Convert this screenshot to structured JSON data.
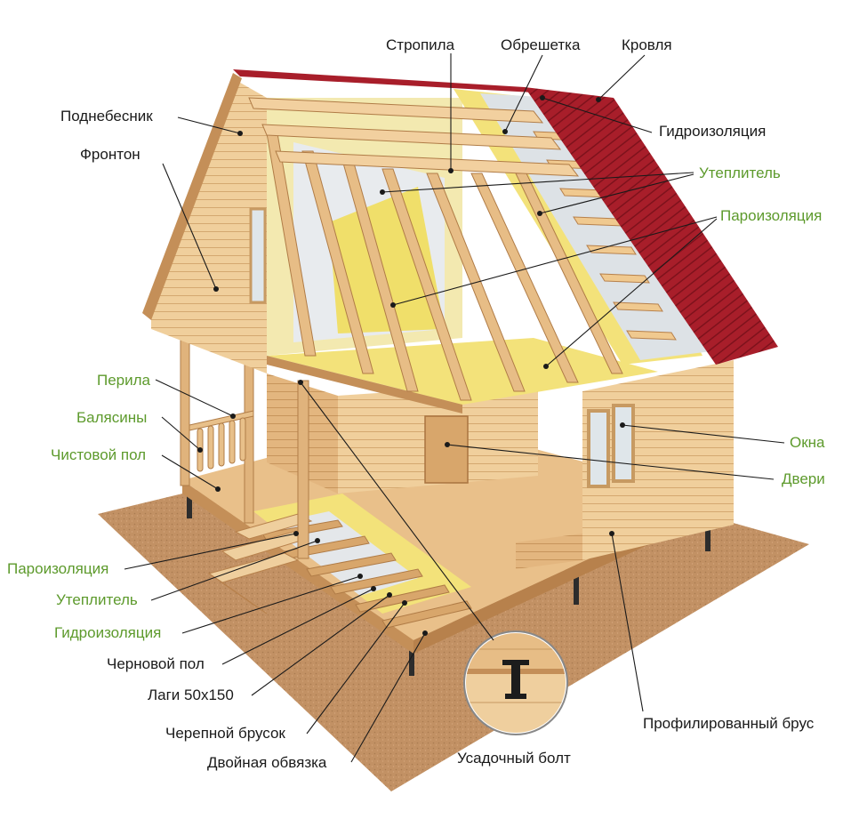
{
  "colors": {
    "dark_label": "#1a1a1a",
    "green_label": "#5d9a2c",
    "wood_light": "#f0cf9c",
    "wood_mid": "#dfb27a",
    "wood_dark": "#c48f58",
    "roof": "#a81e2a",
    "ground": "#c29164",
    "insulation": "#f3e27a",
    "membrane": "#d9dde0"
  },
  "labels": {
    "stropila": {
      "text": "Стропила",
      "green": false
    },
    "obreshetka": {
      "text": "Обрешетка",
      "green": false
    },
    "krovlya": {
      "text": "Кровля",
      "green": false
    },
    "podnebesnik": {
      "text": "Поднебесник",
      "green": false
    },
    "gidroizolyaciya_top": {
      "text": "Гидроизоляция",
      "green": false
    },
    "fronton": {
      "text": "Фронтон",
      "green": false
    },
    "uteplitel_top": {
      "text": "Утеплитель",
      "green": true
    },
    "paroizolyaciya_top": {
      "text": "Пароизоляция",
      "green": true
    },
    "perila": {
      "text": "Перила",
      "green": true
    },
    "balyasiny": {
      "text": "Балясины",
      "green": true
    },
    "chistovoy_pol": {
      "text": "Чистовой пол",
      "green": true
    },
    "okna": {
      "text": "Окна",
      "green": true
    },
    "dveri": {
      "text": "Двери",
      "green": true
    },
    "paroizolyaciya_bottom": {
      "text": "Пароизоляция",
      "green": true
    },
    "uteplitel_bottom": {
      "text": "Утеплитель",
      "green": true
    },
    "gidroizolyaciya_bottom": {
      "text": "Гидроизоляция",
      "green": true
    },
    "chernovoy_pol": {
      "text": "Черновой пол",
      "green": false
    },
    "lagi": {
      "text": "Лаги 50х150",
      "green": false
    },
    "cherepnoy_brusok": {
      "text": "Черепной брусок",
      "green": false
    },
    "dvoynaya_obvyazka": {
      "text": "Двойная обвязка",
      "green": false
    },
    "usadochny_bolt": {
      "text": "Усадочный болт",
      "green": false
    },
    "profilirovanny_brus": {
      "text": "Профилированный брус",
      "green": false
    }
  }
}
